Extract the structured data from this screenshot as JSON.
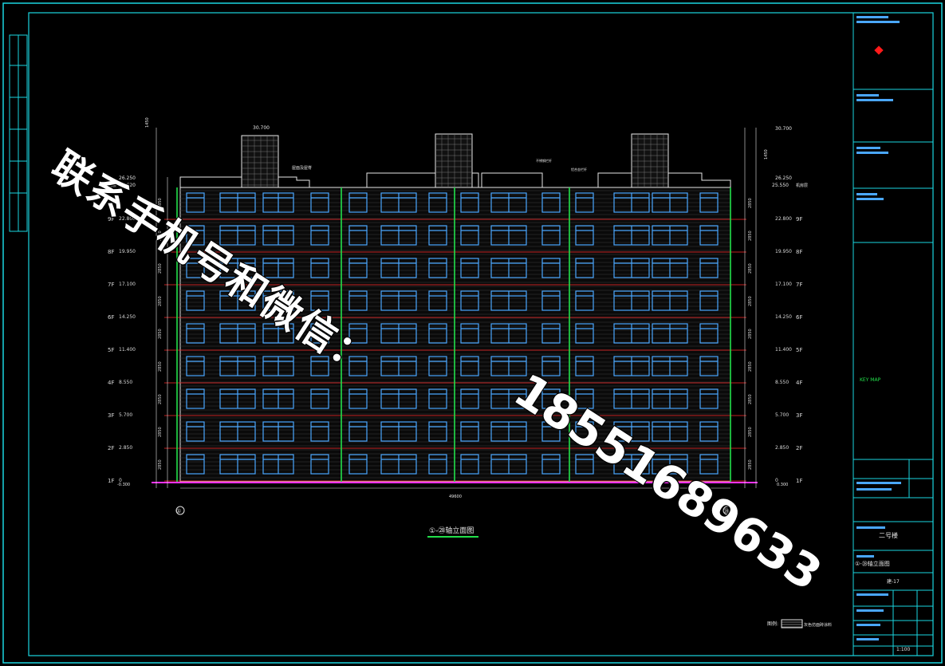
{
  "colors": {
    "frame": "#1ad6e0",
    "line": "#e6e6e6",
    "window": "#4aa7ff",
    "floor": "#ff2a2a",
    "pipe": "#22e04a",
    "ground": "#ff33ff",
    "text": "#d8d8d8",
    "marker": "#ff1a1a"
  },
  "watermark": {
    "text": "联系手机号和微信：",
    "phone": "18551689633"
  },
  "drawing": {
    "title": "①-㉘轴立面图",
    "total_width": "49600",
    "axis_left": "①",
    "axis_right": "㉘",
    "ground_left": "-0.300",
    "ground_right": "0.300",
    "top_elev_left": "30.700",
    "top_elev_right": "30.700",
    "parapet_left": "26.250",
    "parapet_right": "26.250",
    "roof_label_left": "机房层",
    "roof_elev_left": "25.620",
    "roof_elev_right": "25.550",
    "roof_label_right": "机房层",
    "note_top": "屋面及屋脊",
    "note_roof1": "不锈钢栏杆",
    "note_roof2": "铝合金栏杆",
    "legend_label": "图例:",
    "legend_text": "灰色仿面砖涂料",
    "floors": [
      {
        "label": "9F",
        "elev": "22.800"
      },
      {
        "label": "8F",
        "elev": "19.950"
      },
      {
        "label": "7F",
        "elev": "17.100"
      },
      {
        "label": "6F",
        "elev": "14.250"
      },
      {
        "label": "5F",
        "elev": "11.400"
      },
      {
        "label": "4F",
        "elev": "8.550"
      },
      {
        "label": "3F",
        "elev": "5.700"
      },
      {
        "label": "2F",
        "elev": "2.850"
      },
      {
        "label": "1F",
        "elev": "0"
      }
    ],
    "dims_left": [
      "2850",
      "2850",
      "2850",
      "2850",
      "2850",
      "2850",
      "2850",
      "2850",
      "2850"
    ],
    "dims_right": [
      "2850",
      "2850",
      "2850",
      "2850",
      "2850",
      "2850",
      "2850",
      "2850",
      "2850"
    ],
    "roof_dim_left": "1450",
    "roof_dim_right": "1450"
  },
  "titleblock": {
    "key_map": "KEY MAP",
    "building": "二号楼",
    "sheet_title": "①-㉘轴立面图",
    "sheet_no": "建-17",
    "scale": "1:100"
  }
}
